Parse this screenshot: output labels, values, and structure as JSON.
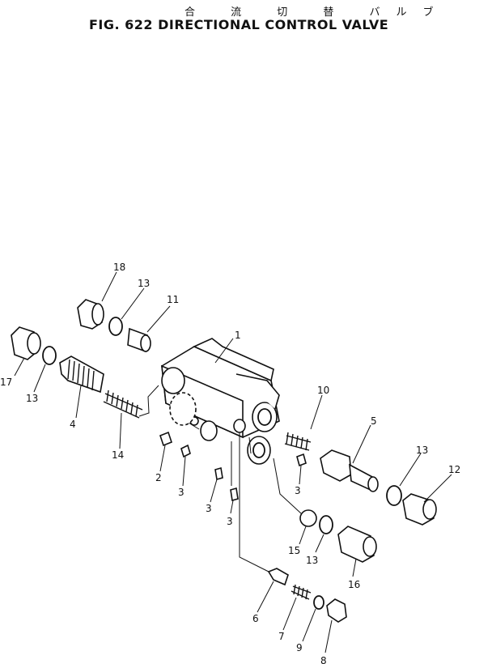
{
  "figure": {
    "title_jp": "合 流 切 替 バルブ",
    "title_en": "FIG. 622  DIRECTIONAL CONTROL VALVE"
  },
  "callouts": {
    "c1": "1",
    "c2": "2",
    "c3a": "3",
    "c3b": "3",
    "c3c": "3",
    "c3d": "3",
    "c4": "4",
    "c5": "5",
    "c6": "6",
    "c7": "7",
    "c8": "8",
    "c9": "9",
    "c10": "10",
    "c11": "11",
    "c12": "12",
    "c13a": "13",
    "c13b": "13",
    "c13c": "13",
    "c13d": "13",
    "c14": "14",
    "c15": "15",
    "c16": "16",
    "c17": "17",
    "c18": "18"
  }
}
